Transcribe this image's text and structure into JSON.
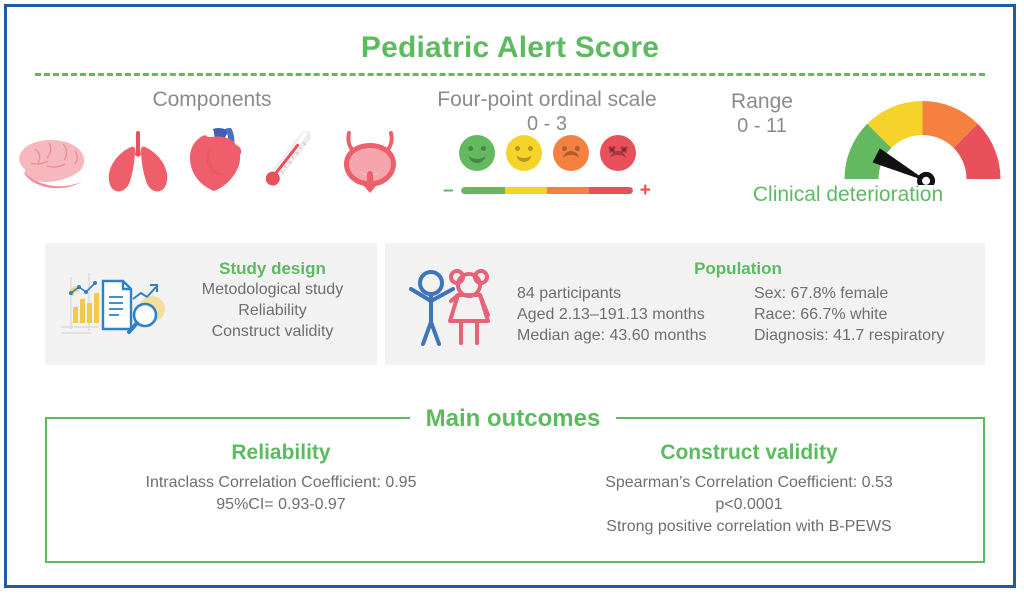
{
  "title": "Pediatric Alert Score",
  "colors": {
    "green": "#5cbb5f",
    "gauge_green": "#63b860",
    "gauge_yellow": "#f6d32b",
    "gauge_orange": "#f4813f",
    "gauge_red": "#e8505b",
    "border_blue": "#1f5aa8",
    "panel_gray": "#f2f2f2",
    "text_gray": "#6e6e73",
    "head_gray": "#8a8a8f"
  },
  "top": {
    "components": {
      "heading": "Components",
      "icons": [
        {
          "name": "brain-icon",
          "label": "Brain"
        },
        {
          "name": "lungs-icon",
          "label": "Lungs"
        },
        {
          "name": "heart-icon",
          "label": "Heart"
        },
        {
          "name": "thermometer-icon",
          "label": "Thermometer"
        },
        {
          "name": "bladder-icon",
          "label": "Bladder"
        }
      ]
    },
    "scale": {
      "heading": "Four-point ordinal scale",
      "subheading": "0 - 3",
      "minus_sign": "–",
      "plus_sign": "+",
      "faces": [
        {
          "name": "face-happy-green",
          "color": "#63b860",
          "mouth": "smile",
          "eyes": "dots"
        },
        {
          "name": "face-happy-yellow",
          "color": "#f6d32b",
          "mouth": "smile-sm",
          "eyes": "dots"
        },
        {
          "name": "face-sad-orange",
          "color": "#f4813f",
          "mouth": "frown",
          "eyes": "dots"
        },
        {
          "name": "face-very-sad-red",
          "color": "#e8505b",
          "mouth": "frown",
          "eyes": "x"
        }
      ],
      "bar_segments": [
        "#63b860",
        "#f6d32b",
        "#f4813f",
        "#e8505b"
      ]
    },
    "range": {
      "heading": "Range",
      "subheading": "0 - 11",
      "caption": "Clinical deterioration",
      "gauge_segments": [
        "#63b860",
        "#f6d32b",
        "#f4813f",
        "#e8505b"
      ]
    }
  },
  "panels": {
    "study": {
      "title": "Study design",
      "lines": [
        "Metodological study",
        "Reliability",
        "Construct validity"
      ]
    },
    "population": {
      "title": "Population",
      "left_lines": [
        "84 participants",
        "Aged 2.13–191.13 months",
        "Median age: 43.60 months"
      ],
      "right_lines": [
        "Sex: 67.8% female",
        "Race: 66.7% white",
        "Diagnosis: 41.7 respiratory"
      ]
    }
  },
  "outcomes": {
    "title": "Main outcomes",
    "columns": [
      {
        "heading": "Reliability",
        "lines": [
          "Intraclass Correlation Coefficient: 0.95",
          "95%CI= 0.93-0.97"
        ]
      },
      {
        "heading": "Construct validity",
        "lines": [
          "Spearman’s Correlation Coefficient: 0.53",
          "p<0.0001",
          "Strong positive correlation with B-PEWS"
        ]
      }
    ]
  }
}
